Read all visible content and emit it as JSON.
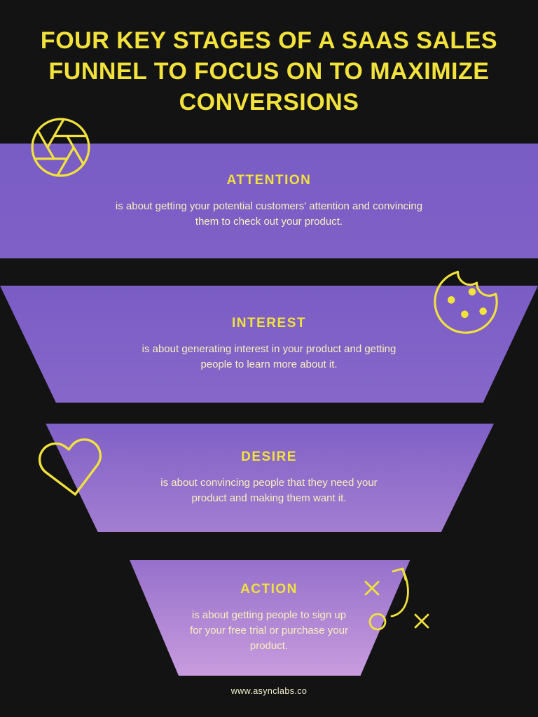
{
  "title": "FOUR KEY STAGES OF A SAAS SALES\nFUNNEL TO FOCUS ON TO MAXIMIZE\nCONVERSIONS",
  "stages": [
    {
      "id": "attention",
      "heading": "ATTENTION",
      "body": "is about getting your potential customers' attention and convincing\nthem to check out your product.",
      "icon": "aperture-icon"
    },
    {
      "id": "interest",
      "heading": "INTEREST",
      "body": "is about generating interest in your product and getting\npeople to learn more about it.",
      "icon": "cookie-icon"
    },
    {
      "id": "desire",
      "heading": "DESIRE",
      "body": "is about convincing people that they need your\nproduct and making them want it.",
      "icon": "heart-icon"
    },
    {
      "id": "action",
      "heading": "ACTION",
      "body": "is about getting people to sign up\nfor your free trial or purchase your\nproduct.",
      "icon": "strategy-icon"
    }
  ],
  "footer": {
    "url": "www.asynclabs.co"
  },
  "colors": {
    "background": "#131313",
    "accent_yellow": "#F2E23C",
    "body_text": "#F8F1BC",
    "funnel_stage1": "#7A5CC5",
    "funnel_stage2_top": "#7A5CC5",
    "funnel_stage2_bottom": "#8767C9",
    "funnel_stage3_top": "#7F60C6",
    "funnel_stage3_bottom": "#A37ED1",
    "funnel_stage4_top": "#9670CB",
    "funnel_stage4_bottom": "#C89CDE"
  }
}
